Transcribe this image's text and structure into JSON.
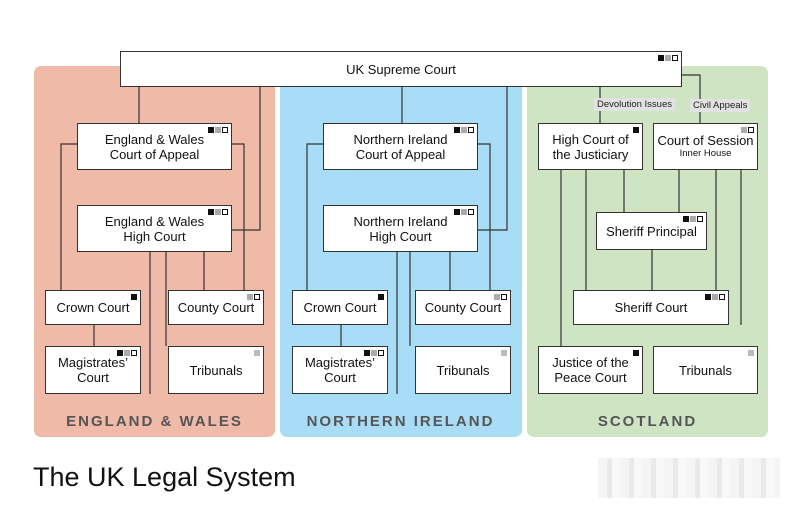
{
  "title": "The UK Legal System",
  "regions": {
    "england_wales": "ENGLAND & WALES",
    "northern_ireland": "NORTHERN IRELAND",
    "scotland": "SCOTLAND"
  },
  "tags": {
    "devolution": "Devolution Issues",
    "civil_appeals": "Civil Appeals"
  },
  "colors": {
    "england_wales_panel": "#efbaa8",
    "northern_ireland_panel": "#a9dcf6",
    "scotland_panel": "#cfe4c2"
  },
  "courts": {
    "supreme": {
      "line1": "UK Supreme Court",
      "marks": [
        "black",
        "gray",
        "ring"
      ]
    },
    "ew_appeal": {
      "line1": "England & Wales",
      "line2": "Court of Appeal",
      "marks": [
        "black",
        "gray",
        "ring"
      ]
    },
    "ew_high": {
      "line1": "England & Wales",
      "line2": "High Court",
      "marks": [
        "black",
        "gray",
        "ring"
      ]
    },
    "ew_crown": {
      "line1": "Crown Court",
      "marks": [
        "black"
      ]
    },
    "ew_county": {
      "line1": "County Court",
      "marks": [
        "gray",
        "ring"
      ]
    },
    "ew_magistrates": {
      "line1": "Magistrates’",
      "line2": "Court",
      "marks": [
        "black",
        "gray",
        "ring"
      ]
    },
    "ew_tribunals": {
      "line1": "Tribunals",
      "marks": [
        "light"
      ]
    },
    "ni_appeal": {
      "line1": "Northern Ireland",
      "line2": "Court of Appeal",
      "marks": [
        "black",
        "gray",
        "ring"
      ]
    },
    "ni_high": {
      "line1": "Northern Ireland",
      "line2": "High Court",
      "marks": [
        "black",
        "gray",
        "ring"
      ]
    },
    "ni_crown": {
      "line1": "Crown Court",
      "marks": [
        "black"
      ]
    },
    "ni_county": {
      "line1": "County Court",
      "marks": [
        "gray",
        "ring"
      ]
    },
    "ni_magistrates": {
      "line1": "Magistrates’",
      "line2": "Court",
      "marks": [
        "black",
        "gray",
        "ring"
      ]
    },
    "ni_tribunals": {
      "line1": "Tribunals",
      "marks": [
        "light"
      ]
    },
    "sc_justiciary": {
      "line1": "High Court of",
      "line2": "the Justiciary",
      "marks": [
        "black"
      ]
    },
    "sc_session": {
      "line1": "Court of Session",
      "sub": "Inner House",
      "marks": [
        "gray",
        "ring"
      ]
    },
    "sc_sheriff_principal": {
      "line1": "Sheriff Principal",
      "marks": [
        "black",
        "gray",
        "ring"
      ]
    },
    "sc_sheriff": {
      "line1": "Sheriff Court",
      "marks": [
        "black",
        "gray",
        "ring"
      ]
    },
    "sc_justice_peace": {
      "line1": "Justice of the",
      "line2": "Peace Court",
      "marks": [
        "black"
      ]
    },
    "sc_tribunals": {
      "line1": "Tribunals",
      "marks": [
        "light"
      ]
    }
  }
}
